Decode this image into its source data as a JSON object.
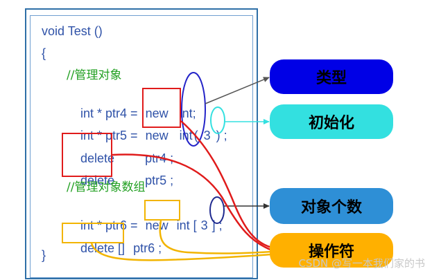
{
  "code": {
    "line1": "void Test ()",
    "line2": "{",
    "line3": "//管理对象",
    "line4_a": "int * ptr4 = ",
    "line4_new": "new",
    "line4_int": "int",
    "line4_end": ";",
    "line5_a": "int * ptr5 = ",
    "line5_new": "new",
    "line5_int": "int",
    "line5_paren_open": "(",
    "line5_three": "3",
    "line5_end": ") ;",
    "line6_delete": "delete",
    "line6_rest": "ptr4 ;",
    "line7_delete": "delete",
    "line7_rest": "ptr5 ;",
    "line8": "//管理对象数组",
    "line9_a": "int * ptr6 = ",
    "line9_new": "new",
    "line9_int": "int [",
    "line9_three": "3",
    "line9_end": "] ;",
    "line10_delete": "delete []",
    "line10_rest": "ptr6 ;",
    "line11": "}"
  },
  "labels": {
    "type": "类型",
    "init": "初始化",
    "count": "对象个数",
    "operator": "操作符"
  },
  "colors": {
    "type_pill": "#0000e6",
    "init_pill": "#33e0e0",
    "count_pill": "#2e8fd6",
    "operator_pill": "#ffb000",
    "red": "#e01b1b",
    "gold": "#f2b400",
    "navy": "#1f2a8f"
  },
  "watermark": "CSDN @写一本我们家的书"
}
